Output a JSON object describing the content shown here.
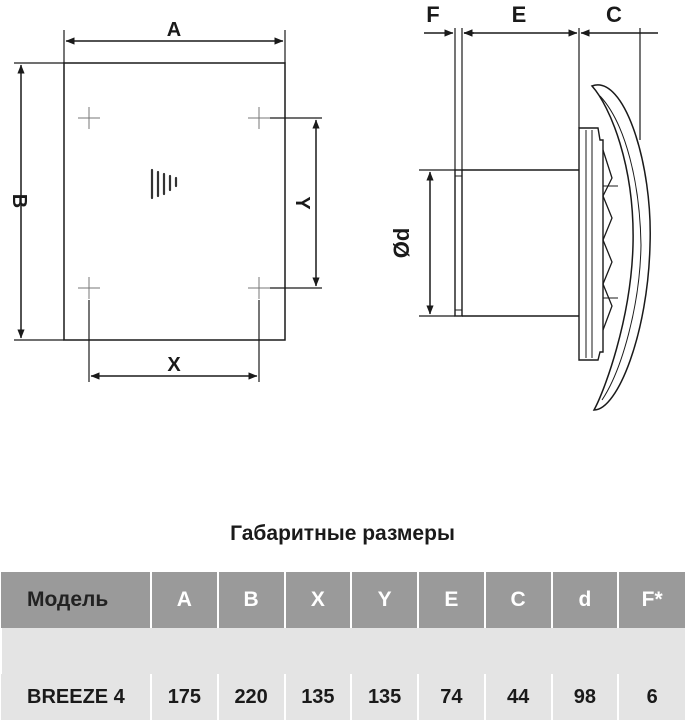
{
  "drawing": {
    "front_labels": {
      "A": "A",
      "B": "B",
      "X": "X",
      "Y": "Y"
    },
    "side_labels": {
      "F": "F",
      "E": "E",
      "C": "C",
      "d": "Ød"
    }
  },
  "title": "Габаритные размеры",
  "table": {
    "headers": [
      "Модель",
      "A",
      "B",
      "X",
      "Y",
      "E",
      "C",
      "d",
      "F*"
    ],
    "rows": [
      [
        "BREEZE 4",
        "175",
        "220",
        "135",
        "135",
        "74",
        "44",
        "98",
        "6"
      ]
    ]
  }
}
